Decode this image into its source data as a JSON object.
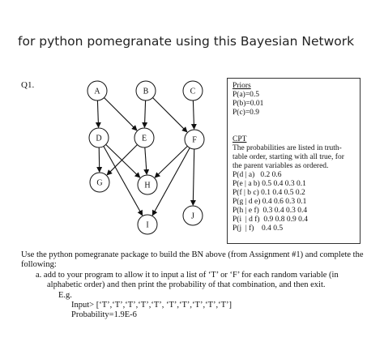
{
  "heading": "for python pomegranate using this Bayesian Network",
  "question_label": "Q1.",
  "graph": {
    "nodes": [
      {
        "id": "A",
        "label": "A"
      },
      {
        "id": "B",
        "label": "B"
      },
      {
        "id": "C",
        "label": "C"
      },
      {
        "id": "D",
        "label": "D"
      },
      {
        "id": "E",
        "label": "E"
      },
      {
        "id": "F",
        "label": "F"
      },
      {
        "id": "G",
        "label": "G"
      },
      {
        "id": "H",
        "label": "H"
      },
      {
        "id": "I",
        "label": "I"
      },
      {
        "id": "J",
        "label": "J"
      }
    ],
    "edges": [
      [
        "A",
        "D"
      ],
      [
        "A",
        "E"
      ],
      [
        "B",
        "E"
      ],
      [
        "B",
        "F"
      ],
      [
        "C",
        "F"
      ],
      [
        "D",
        "G"
      ],
      [
        "D",
        "H"
      ],
      [
        "D",
        "I"
      ],
      [
        "E",
        "G"
      ],
      [
        "E",
        "H"
      ],
      [
        "F",
        "H"
      ],
      [
        "F",
        "I"
      ],
      [
        "F",
        "J"
      ]
    ]
  },
  "priors": {
    "title": "Priors",
    "lines": [
      "P(a)=0.5",
      "P(b)=0.01",
      "P(c)=0.9"
    ]
  },
  "cpt": {
    "title": "CPT",
    "description": "The probabilities are listed in truth-table order, starting with all true, for the parent variables as ordered.",
    "lines": [
      "P(d | a)   0.2 0.6",
      "P(e | a b) 0.5 0.4 0.3 0.1",
      "P(f | b c) 0.1 0.4 0.5 0.2",
      "P(g | d e) 0.4 0.6 0.3 0.1",
      "P(h | e f)  0.3 0.4 0.3 0.4",
      "P(i  | d f)  0.9 0.8 0.9 0.4",
      "P(j  | f)    0.4 0.5"
    ]
  },
  "instructions": {
    "intro": "Use the python pomegranate package to build the BN above (from Assignment #1) and complete the following:",
    "item_a": "a.  add to your program to allow it to input a list of ‘T’ or ‘F’ for each random variable (in alphabetic order) and then print the probability of that combination, and then exit.",
    "eg_label": "E.g.",
    "input_line": "Input> [‘T’,‘T’,‘T’,‘T’,‘T’, ‘T’,‘T’,‘T’,‘T’,‘T’]",
    "probability_line": "Probability=1.9E-6"
  }
}
